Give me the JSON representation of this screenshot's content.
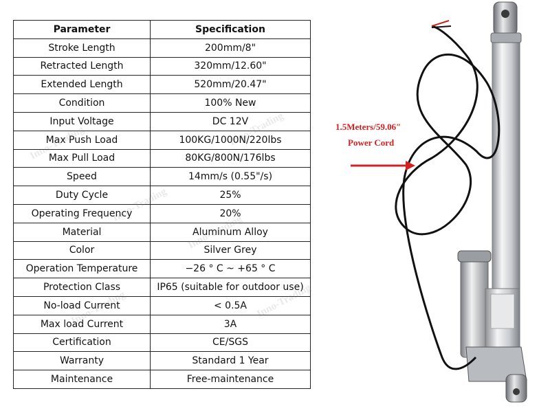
{
  "table": {
    "header": {
      "parameter": "Parameter",
      "specification": "Specification"
    },
    "rows": [
      {
        "parameter": "Stroke Length",
        "value": "200mm/8\""
      },
      {
        "parameter": "Retracted Length",
        "value": "320mm/12.60\""
      },
      {
        "parameter": "Extended Length",
        "value": "520mm/20.47\""
      },
      {
        "parameter": "Condition",
        "value": "100% New"
      },
      {
        "parameter": "Input Voltage",
        "value": "DC 12V"
      },
      {
        "parameter": "Max Push Load",
        "value": "100KG/1000N/220lbs"
      },
      {
        "parameter": "Max Pull Load",
        "value": "80KG/800N/176lbs"
      },
      {
        "parameter": "Speed",
        "value": "14mm/s (0.55\"/s)"
      },
      {
        "parameter": "Duty Cycle",
        "value": "25%"
      },
      {
        "parameter": "Operating Frequency",
        "value": "20%"
      },
      {
        "parameter": "Material",
        "value": "Aluminum Alloy"
      },
      {
        "parameter": "Color",
        "value": "Silver Grey"
      },
      {
        "parameter": "Operation Temperature",
        "value": "−26 ° C ~ +65 ° C"
      },
      {
        "parameter": "Protection Class",
        "value": "IP65 (suitable for outdoor use)"
      },
      {
        "parameter": "No-load Current",
        "value": "< 0.5A"
      },
      {
        "parameter": "Max load Current",
        "value": "3A"
      },
      {
        "parameter": "Certification",
        "value": "CE/SGS"
      },
      {
        "parameter": "Warranty",
        "value": "Standard 1 Year"
      },
      {
        "parameter": "Maintenance",
        "value": "Free-maintenance"
      }
    ]
  },
  "callout": {
    "line1": "1.5Meters/59.06″",
    "line2": "Power Cord",
    "color": "#d42020"
  },
  "watermark_text": "Inno-Trading"
}
